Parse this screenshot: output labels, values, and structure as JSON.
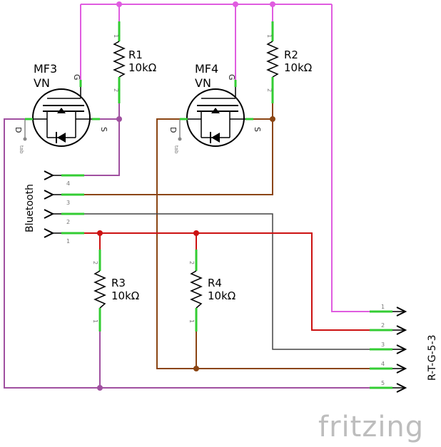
{
  "components": {
    "mf3": {
      "name": "MF3",
      "type": "VN",
      "pin_g": "G",
      "pin_s": "S",
      "pin_d": "D",
      "pin_tab": "tab"
    },
    "mf4": {
      "name": "MF4",
      "type": "VN",
      "pin_g": "G",
      "pin_s": "S",
      "pin_d": "D",
      "pin_tab": "tab"
    },
    "r1": {
      "name": "R1",
      "value": "10kΩ",
      "pin_top": "1",
      "pin_bottom": "2"
    },
    "r2": {
      "name": "R2",
      "value": "10kΩ",
      "pin_top": "1",
      "pin_bottom": "2"
    },
    "r3": {
      "name": "R3",
      "value": "10kΩ",
      "pin_top": "2",
      "pin_bottom": "1"
    },
    "r4": {
      "name": "R4",
      "value": "10kΩ",
      "pin_top": "2",
      "pin_bottom": "1"
    }
  },
  "connectors": {
    "bluetooth": {
      "label": "Bluetooth",
      "pins": [
        "4",
        "3",
        "2",
        "1"
      ]
    },
    "output": {
      "label": "R-T-G-5-3",
      "pins": [
        "1",
        "2",
        "3",
        "4",
        "5"
      ]
    }
  },
  "wire_colors": {
    "pink": "#e05ce0",
    "purple": "#a050a0",
    "brown": "#8b4513",
    "red": "#cc1111",
    "gray": "#444444",
    "green": "#33cc33"
  },
  "brand": {
    "text": "fritzing"
  }
}
